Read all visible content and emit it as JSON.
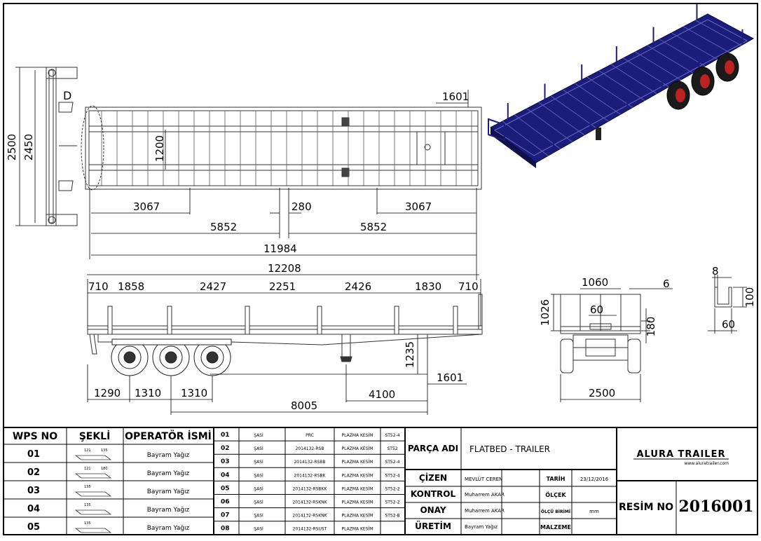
{
  "drawing": {
    "detail_label": "D",
    "top_view_dims": {
      "overall_width": "2500",
      "inner_width": "2450",
      "cross_member": "1200",
      "rear_overhang": "1601",
      "left_seg": "3067",
      "center_gap": "280",
      "right_seg": "3067",
      "half_left": "5852",
      "half_right": "5852",
      "inner_length": "11984",
      "overall_length": "12208"
    },
    "side_view_dims": {
      "stake_spacing": [
        "710",
        "1858",
        "2427",
        "2251",
        "2426",
        "1830",
        "710"
      ],
      "axle_front": "1290",
      "axle_gap1": "1310",
      "axle_gap2": "1310",
      "kingpin_to_axle": "8005",
      "leg_to_axle": "4100",
      "rear_overhang": "1601",
      "height": "1235"
    },
    "rear_view_dims": {
      "stake_width": "1060",
      "stake_height": "1026",
      "rail_height": "60",
      "bed_height": "180",
      "plate": "6",
      "track": "2500"
    },
    "profile_dims": {
      "thickness": "8",
      "height": "100",
      "width": "60"
    }
  },
  "weld_table": {
    "headers": [
      "WPS NO",
      "ŞEKLİ",
      "OPERATÖR İSMİ"
    ],
    "rows": [
      {
        "no": "01",
        "operator": "Bayram Yağız",
        "marks": [
          "121",
          "135"
        ]
      },
      {
        "no": "02",
        "operator": "Bayram Yağız",
        "marks": [
          "121",
          "180"
        ]
      },
      {
        "no": "03",
        "operator": "Bayram Yağız",
        "marks": [
          "135"
        ]
      },
      {
        "no": "04",
        "operator": "Bayram Yağız",
        "marks": [
          "135"
        ]
      },
      {
        "no": "05",
        "operator": "Bayram Yağız",
        "marks": [
          "135"
        ]
      }
    ]
  },
  "parts_table": {
    "rows": [
      {
        "no": "01",
        "name": "ŞASİ",
        "code": "PRC",
        "process": "PLAZMA KESİM",
        "material": "ST52-4"
      },
      {
        "no": "02",
        "name": "ŞASİ",
        "code": "2014132-RSB",
        "process": "PLAZMA KESİM",
        "material": "ST52"
      },
      {
        "no": "03",
        "name": "ŞASİ",
        "code": "2014132-RSBB",
        "process": "PLAZMA KESİM",
        "material": "ST52-4"
      },
      {
        "no": "04",
        "name": "ŞASİ",
        "code": "2014132-RSBK",
        "process": "PLAZMA KESİM",
        "material": "ST52-4"
      },
      {
        "no": "05",
        "name": "ŞASİ",
        "code": "2014132-RSBKK",
        "process": "PLAZMA KESİM",
        "material": "ST52-2"
      },
      {
        "no": "06",
        "name": "ŞASİ",
        "code": "2014132-RSKNK",
        "process": "PLAZMA KESİM",
        "material": "ST52-2"
      },
      {
        "no": "07",
        "name": "ŞASİ",
        "code": "2014132-RSKNK",
        "process": "PLAZMA KESİM",
        "material": "ST52-B"
      },
      {
        "no": "08",
        "name": "ŞASİ",
        "code": "2014132-RSUST",
        "process": "PLAZMA KESİM",
        "material": ""
      }
    ]
  },
  "title_block": {
    "part_label": "PARÇA ADI",
    "part_name": "FLATBED - TRAILER",
    "drawn_label": "ÇİZEN",
    "drawn_by": "MEVLÜT CEREN",
    "date_label": "TARİH",
    "date": "23/12/2016",
    "check_label": "KONTROL",
    "checked_by": "Muharrem AKAR",
    "scale_label": "ÖLÇEK",
    "approve_label": "ONAY",
    "approved_by": "Muharrem AKAR",
    "unit_label": "ÖLÇÜ BİRİMİ",
    "unit": "mm",
    "production_label": "ÜRETİM",
    "produced_by": "Bayram Yağız",
    "material_label": "MALZEME",
    "company": "ALURA TRAILER",
    "website": "www.aluratrailer.com",
    "drawing_no_label": "RESİM NO",
    "drawing_no": "2016001"
  }
}
